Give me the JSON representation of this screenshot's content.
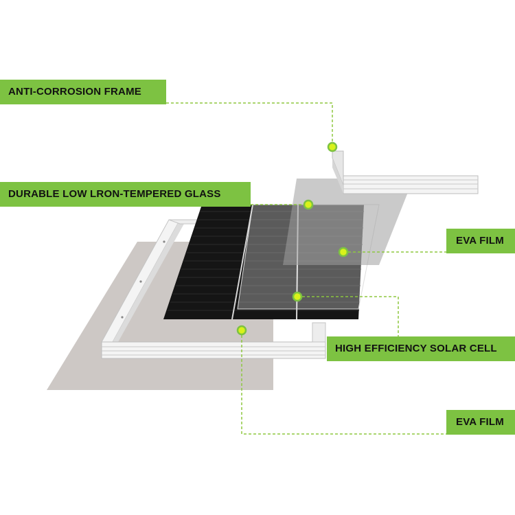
{
  "colors": {
    "accent": "#7dc242",
    "dot_fill": "#d9f21a",
    "leader": "#8dc73f",
    "cell": "#151515",
    "frame_face": "#f2f2f2",
    "frame_edge": "#bdbdbd",
    "backsheet": "#cdc8c5",
    "film": "#bdbdbd"
  },
  "labels": {
    "frame": "ANTI-CORROSION FRAME",
    "glass": "DURABLE LOW LRON-TEMPERED GLASS",
    "eva_top": "EVA FILM",
    "cell": "HIGH EFFICIENCY SOLAR CELL",
    "eva_bottom": "EVA FILM"
  }
}
